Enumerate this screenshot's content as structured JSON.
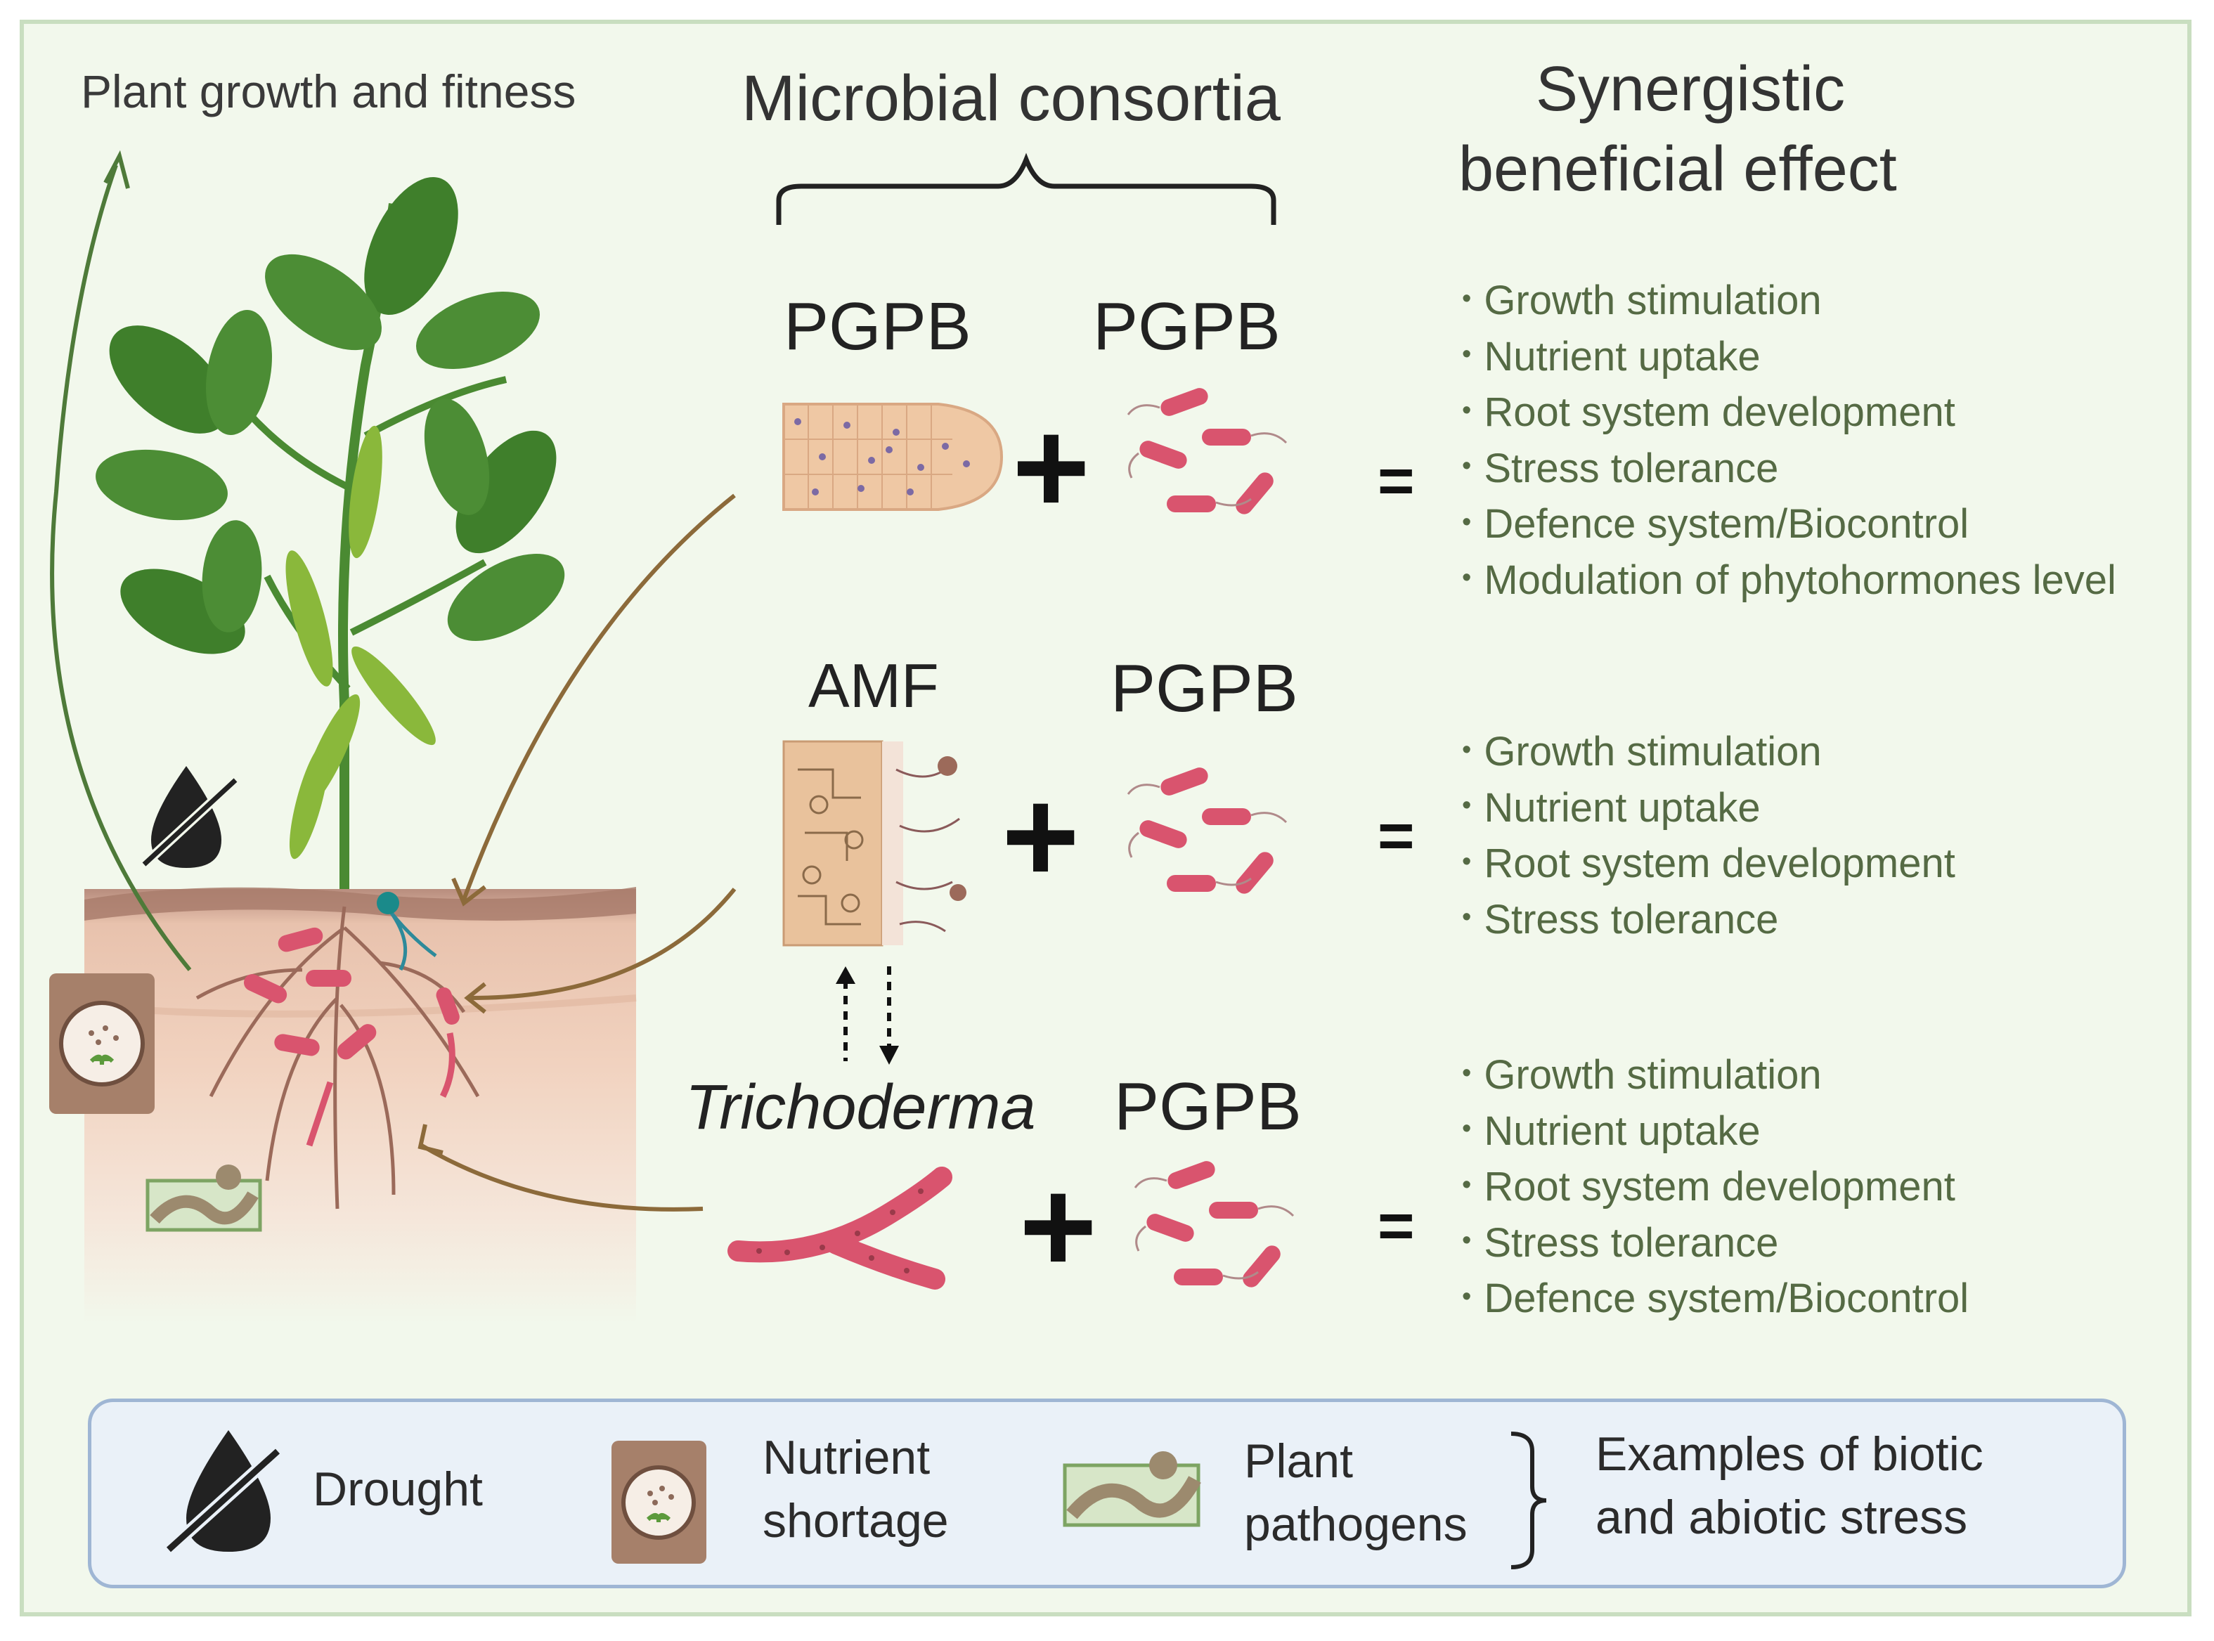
{
  "header": {
    "plant_growth": "Plant growth and fitness",
    "consortia": "Microbial consortia",
    "synergy_line1": "Synergistic",
    "synergy_line2": "beneficial effect"
  },
  "rows": [
    {
      "left_label": "PGPB",
      "right_label": "PGPB",
      "effects": [
        "Growth stimulation",
        "Nutrient uptake",
        "Root system development",
        "Stress tolerance",
        "Defence system/Biocontrol",
        "Modulation of phytohormones level"
      ]
    },
    {
      "left_label": "AMF",
      "right_label": "PGPB",
      "effects": [
        "Growth stimulation",
        "Nutrient uptake",
        "Root system development",
        "Stress tolerance"
      ]
    },
    {
      "left_label": "Trichoderma",
      "right_label": "PGPB",
      "effects": [
        "Growth stimulation",
        "Nutrient uptake",
        "Root system development",
        "Stress tolerance",
        "Defence system/Biocontrol"
      ]
    }
  ],
  "operators": {
    "plus": "+",
    "equals": "="
  },
  "legend": {
    "drought": "Drought",
    "nutrient_line1": "Nutrient",
    "nutrient_line2": "shortage",
    "pathogen_line1": "Plant",
    "pathogen_line2": "pathogens",
    "summary_line1": "Examples of biotic",
    "summary_line2": "and abiotic stress"
  },
  "colors": {
    "effect_text": "#556a44",
    "bacteria": "#d9546e",
    "soil_top": "#b98e7e",
    "leaf": "#4d8a33",
    "arrow": "#8c6a3a",
    "legend_border": "#9fb6d4"
  }
}
